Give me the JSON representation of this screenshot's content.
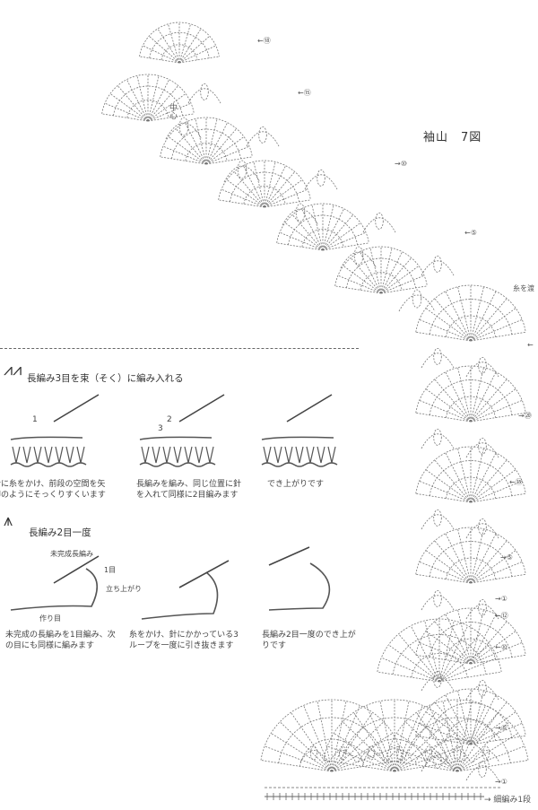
{
  "title": "袖山　7図",
  "center_label": "中心",
  "thread_label": "糸を渡",
  "row_markers": [
    "←⑱",
    "←⑮",
    "→⑩",
    "←⑤",
    "←",
    "→⑳",
    "←⑮",
    "→⑤",
    "→①",
    "←⑫",
    "←⑩",
    "→⑤",
    "→①"
  ],
  "base_row_label": "→ 細編み1段",
  "section1": {
    "heading": "長編み3目を束（そく）に編み入れる",
    "steps": [
      "針に糸をかけ、前段の空間を矢印のようにそっくりすくいます",
      "長編みを編み、同じ位置に針を入れて同様に2目編みます",
      "でき上がりです"
    ],
    "step_numbers": [
      "1",
      "3",
      "2"
    ]
  },
  "section2": {
    "heading": "長編み2目一度",
    "labels": [
      "未完成長編み",
      "1目",
      "立ち上がり",
      "作り目"
    ],
    "steps": [
      "未完成の長編みを1目編み、次の目にも同様に編みます",
      "糸をかけ、針にかかっている3ループを一度に引き抜きます",
      "長編み2目一度のでき上がりです"
    ]
  }
}
